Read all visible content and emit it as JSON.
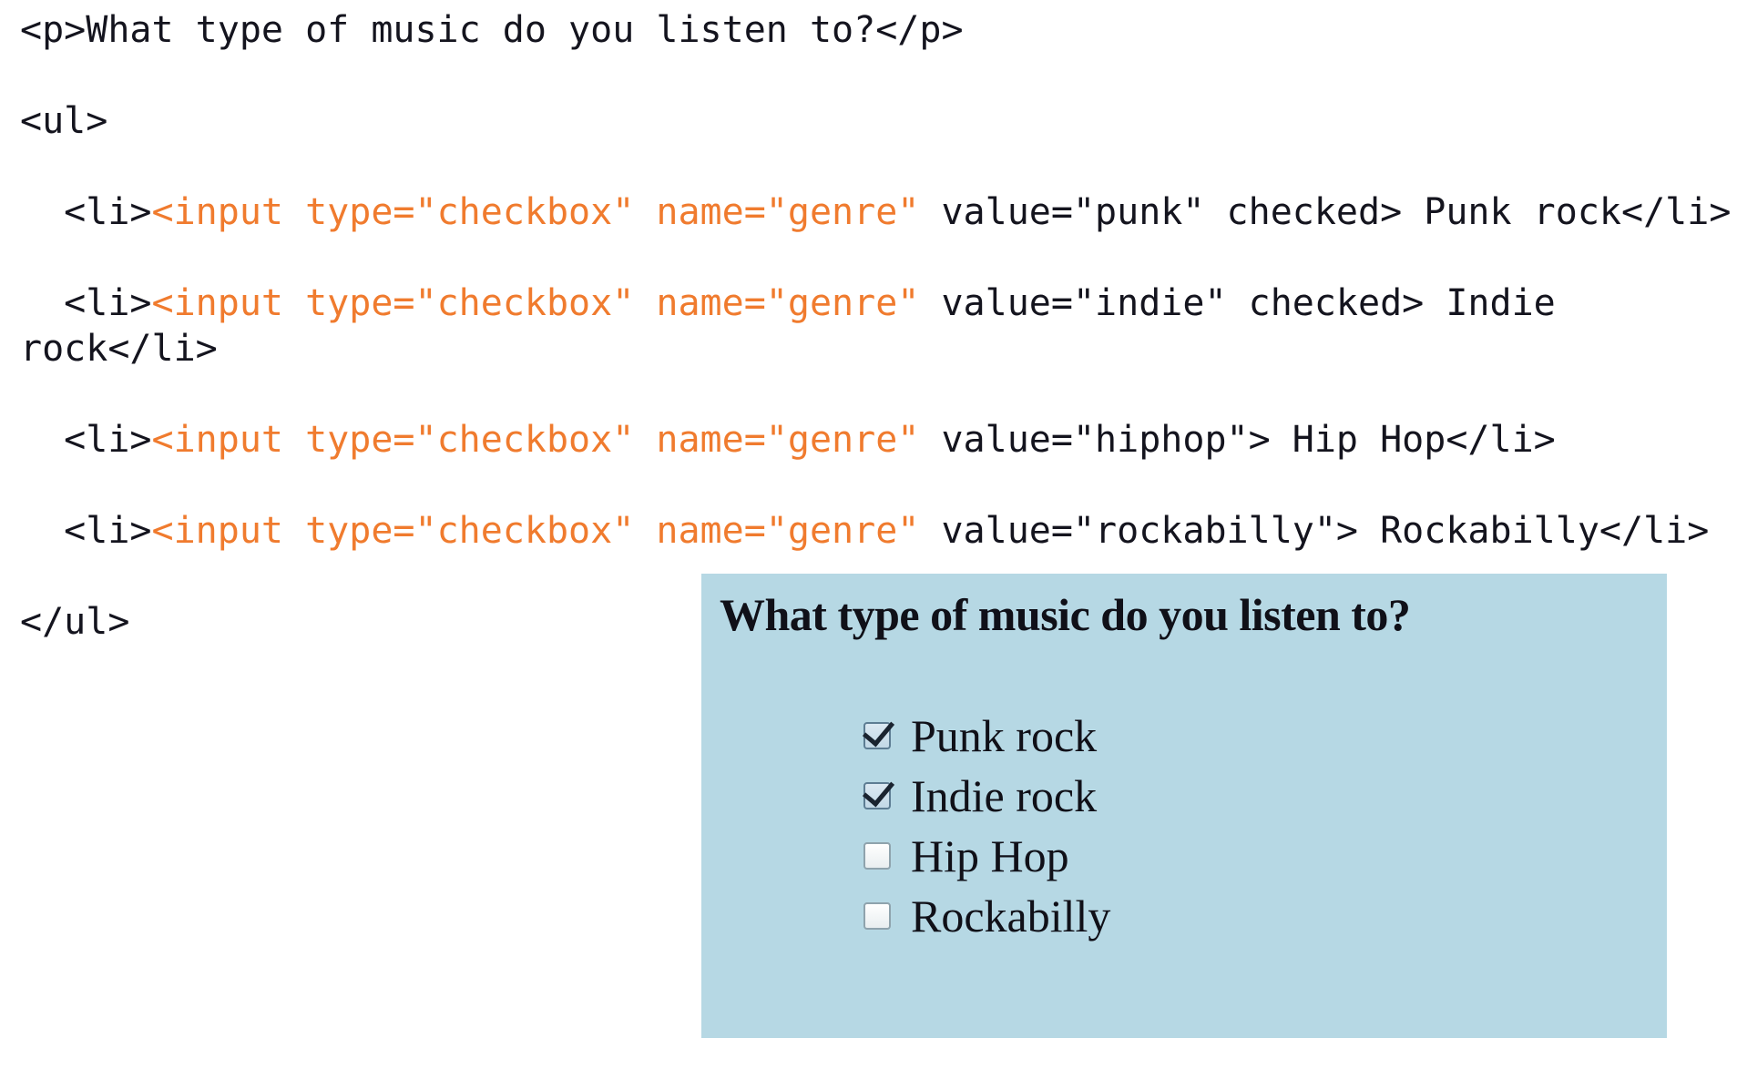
{
  "code": {
    "language": "html",
    "colors": {
      "text": "#14141e",
      "tag_highlight": "#f07b2e",
      "background": "#ffffff"
    },
    "lines": [
      {
        "segments": [
          {
            "text": "<p>What type of music do you listen to?</p>",
            "style": "plain"
          }
        ]
      },
      {
        "segments": [
          {
            "text": "<ul>",
            "style": "plain"
          }
        ]
      },
      {
        "segments": [
          {
            "text": "  <li>",
            "style": "plain"
          },
          {
            "text": "<input type=\"checkbox\" name=\"genre\"",
            "style": "tag"
          },
          {
            "text": " value=\"punk\" checked> Punk rock</li>",
            "style": "plain"
          }
        ]
      },
      {
        "segments": [
          {
            "text": "  <li>",
            "style": "plain"
          },
          {
            "text": "<input type=\"checkbox\" name=\"genre\"",
            "style": "tag"
          },
          {
            "text": " value=\"indie\" checked> Indie rock</li>",
            "style": "plain"
          }
        ]
      },
      {
        "segments": [
          {
            "text": "  <li>",
            "style": "plain"
          },
          {
            "text": "<input type=\"checkbox\" name=\"genre\"",
            "style": "tag"
          },
          {
            "text": " value=\"hiphop\"> Hip Hop</li>",
            "style": "plain"
          }
        ]
      },
      {
        "segments": [
          {
            "text": "  <li>",
            "style": "plain"
          },
          {
            "text": "<input type=\"checkbox\" name=\"genre\"",
            "style": "tag"
          },
          {
            "text": " value=\"rockabilly\"> Rockabilly</li>",
            "style": "plain"
          }
        ]
      },
      {
        "segments": [
          {
            "text": "</ul>",
            "style": "plain"
          }
        ]
      }
    ]
  },
  "preview": {
    "background_color": "#b6d8e4",
    "question": "What type of music do you listen to?",
    "options": [
      {
        "label": "Punk rock",
        "value": "punk",
        "checked": true
      },
      {
        "label": "Indie rock",
        "value": "indie",
        "checked": true
      },
      {
        "label": "Hip Hop",
        "value": "hiphop",
        "checked": false
      },
      {
        "label": "Rockabilly",
        "value": "rockabilly",
        "checked": false
      }
    ]
  }
}
